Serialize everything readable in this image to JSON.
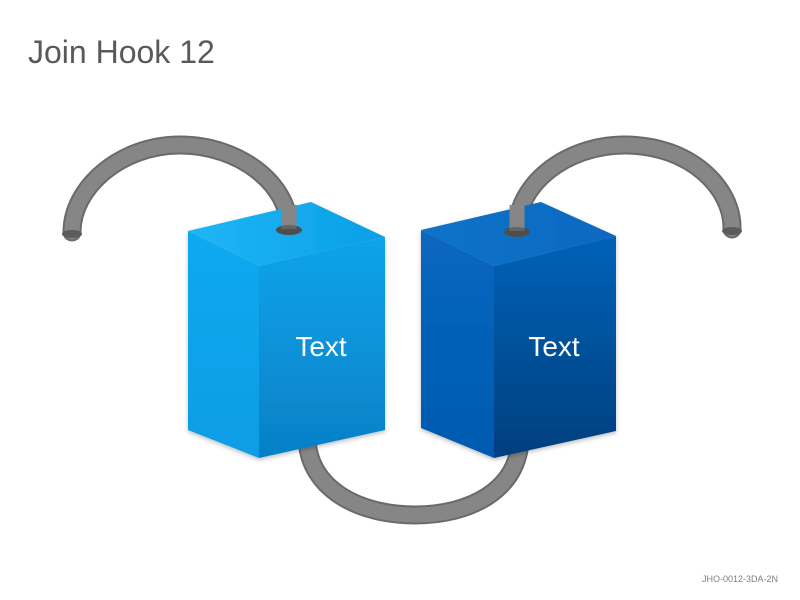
{
  "slide": {
    "title": "Join Hook 12",
    "code": "JHO-0012-3DA-2N"
  },
  "blocks": [
    {
      "label": "Text"
    },
    {
      "label": "Text"
    }
  ],
  "colors": {
    "block_left": "#0aa5ea",
    "block_right": "#0665bd",
    "hook": "#7f7f7f",
    "title": "#595959"
  }
}
